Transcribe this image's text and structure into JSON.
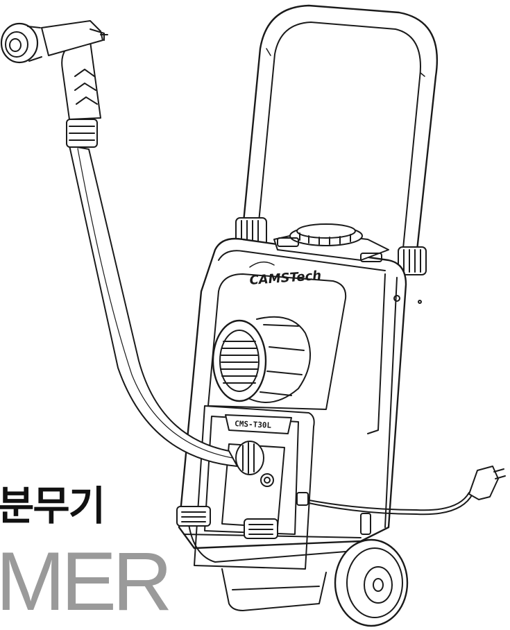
{
  "heading": {
    "korean": "분무기",
    "english": "MER"
  },
  "device": {
    "brand": "CAMSTech",
    "model": "CMS-T30L"
  },
  "colors": {
    "outline": "#1a1a1a",
    "body_fill": "#ffffff",
    "english_heading": "#9a9a9a",
    "korean_heading": "#111111"
  },
  "icons": [
    "sprayer-illustration",
    "spray-gun-icon",
    "power-plug-icon",
    "wheel-icon",
    "fan-vent-icon"
  ]
}
